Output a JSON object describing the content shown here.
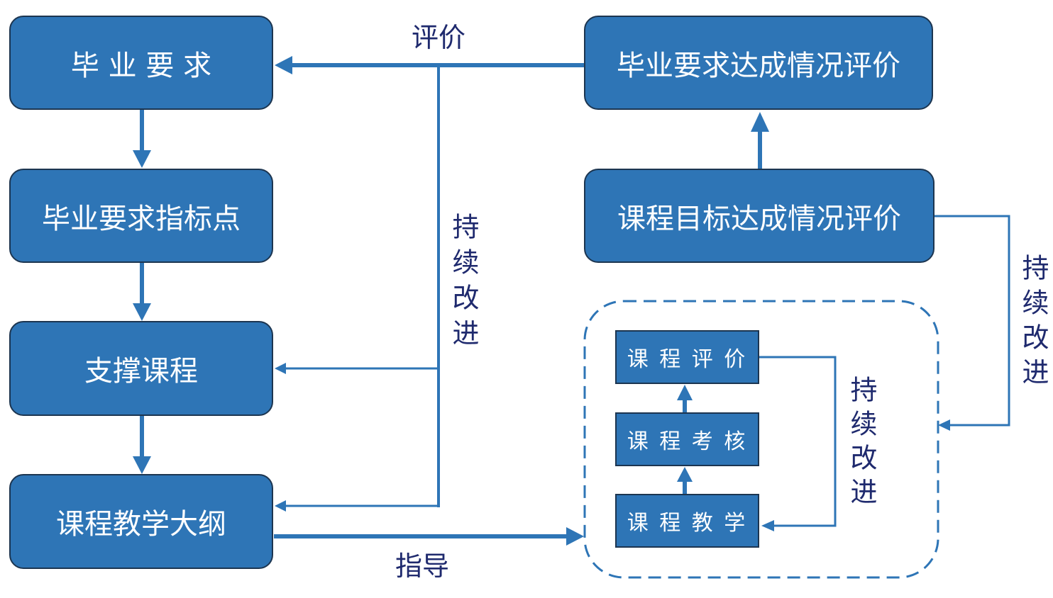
{
  "left_boxes": {
    "graduation_requirements": "毕 业 要 求",
    "indicator_points": "毕业要求指标点",
    "supporting_courses": "支撑课程",
    "syllabus": "课程教学大纲"
  },
  "right_boxes": {
    "requirement_achievement_evaluation": "毕业要求达成情况评价",
    "course_goal_achievement_evaluation": "课程目标达成情况评价"
  },
  "cycle": {
    "course_evaluation": "课 程 评 价",
    "course_assessment": "课 程 考 核",
    "course_teaching": "课 程 教 学"
  },
  "labels": {
    "evaluate": "评价",
    "guide": "指导",
    "improve_center": "持续改进",
    "improve_cycle": "持续改进",
    "improve_right": "持续改进"
  },
  "colors": {
    "box_fill": "#2E75B6",
    "box_border": "#1C3550",
    "line": "#2E75B6",
    "label": "#1F2A6E",
    "box_text": "#FFFFFF"
  }
}
